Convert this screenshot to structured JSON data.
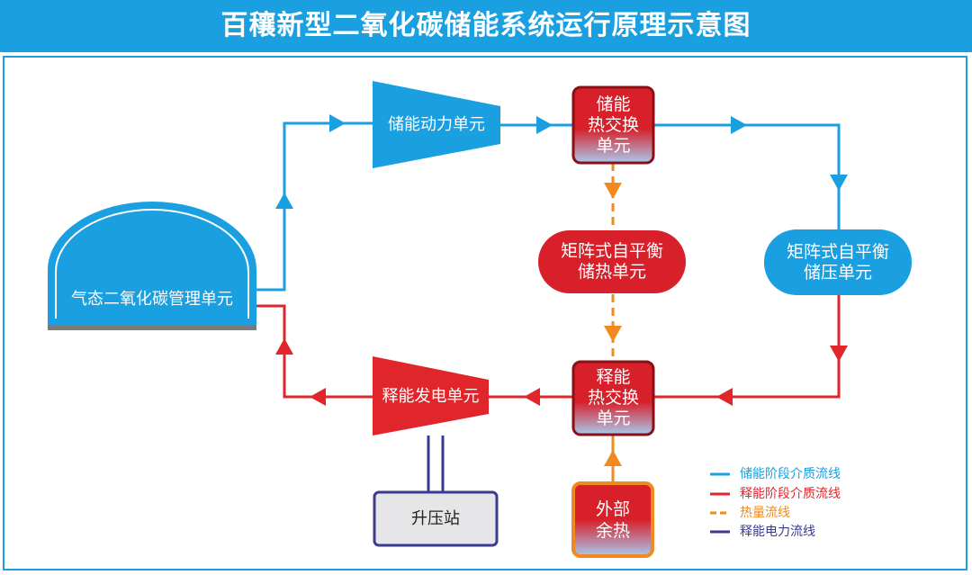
{
  "title": "百穰新型二氧化碳储能系统运行原理示意图",
  "units": {
    "gas_storage": "气态二氧化碳管理单元",
    "compressor": "储能动力单元",
    "hx_store": "储能\n热交换\n单元",
    "thermal_store": "矩阵式自平衡\n储热单元",
    "pressure_store": "矩阵式自平衡\n储压单元",
    "hx_release": "释能\n热交换\n单元",
    "turbine": "释能发电单元",
    "substation": "升压站",
    "waste_heat": "外部\n余热"
  },
  "legend": [
    {
      "label": "储能阶段介质流线",
      "color": "#1a9fe0",
      "style": "solid"
    },
    {
      "label": "释能阶段介质流线",
      "color": "#e0262b",
      "style": "solid"
    },
    {
      "label": "热量流线",
      "color": "#f08a1e",
      "style": "dashed"
    },
    {
      "label": "释能电力流线",
      "color": "#3a3b8c",
      "style": "solid"
    }
  ],
  "colors": {
    "blue": "#1a9fe0",
    "red": "#e0262b",
    "orange": "#f08a1e",
    "navy": "#3a3b8c"
  }
}
